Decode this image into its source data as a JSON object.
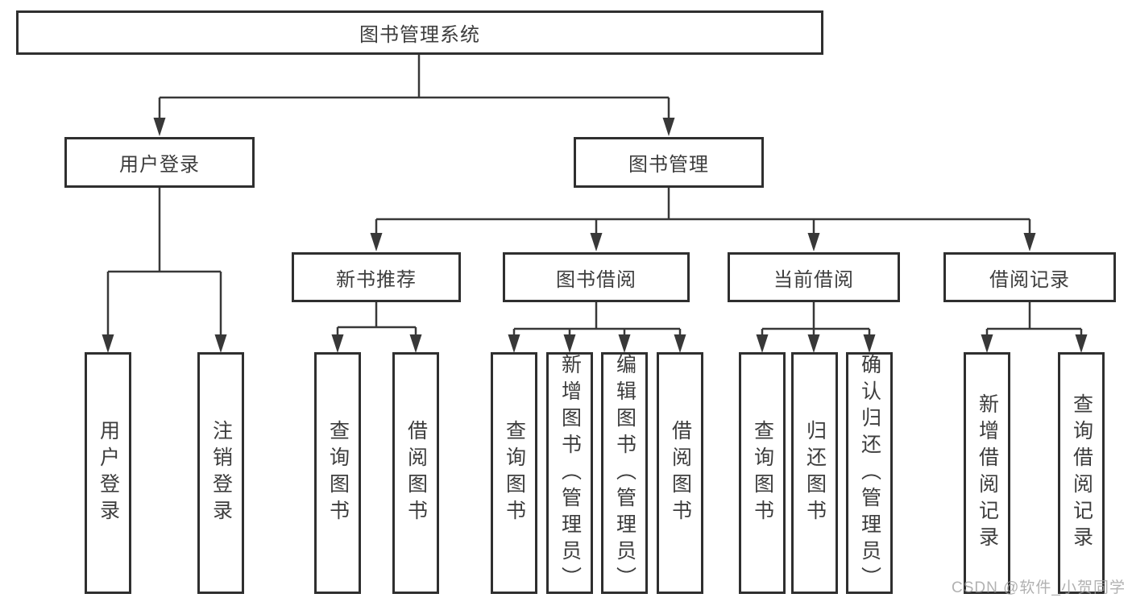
{
  "tree": {
    "label": "图书管理系统",
    "children": [
      {
        "label": "用户登录",
        "children": [
          {
            "label": "用户登录"
          },
          {
            "label": "注销登录"
          }
        ]
      },
      {
        "label": "图书管理",
        "children": [
          {
            "label": "新书推荐",
            "children": [
              {
                "label": "查询图书"
              },
              {
                "label": "借阅图书"
              }
            ]
          },
          {
            "label": "图书借阅",
            "children": [
              {
                "label": "查询图书"
              },
              {
                "label": "新增图书（管理员）"
              },
              {
                "label": "编辑图书（管理员）"
              },
              {
                "label": "借阅图书"
              }
            ]
          },
          {
            "label": "当前借阅",
            "children": [
              {
                "label": "查询图书"
              },
              {
                "label": "归还图书"
              },
              {
                "label": "确认归还（管理员）"
              }
            ]
          },
          {
            "label": "借阅记录",
            "children": [
              {
                "label": "新增借阅记录"
              },
              {
                "label": "查询借阅记录"
              }
            ]
          }
        ]
      }
    ]
  },
  "watermark": {
    "text": "CSDN @软件_小贺同学"
  },
  "colors": {
    "line": "#383838",
    "box_border": "#2f2f2f",
    "text": "#3d3d3d",
    "background": "#ffffff",
    "watermark": "#9e9e9e"
  }
}
